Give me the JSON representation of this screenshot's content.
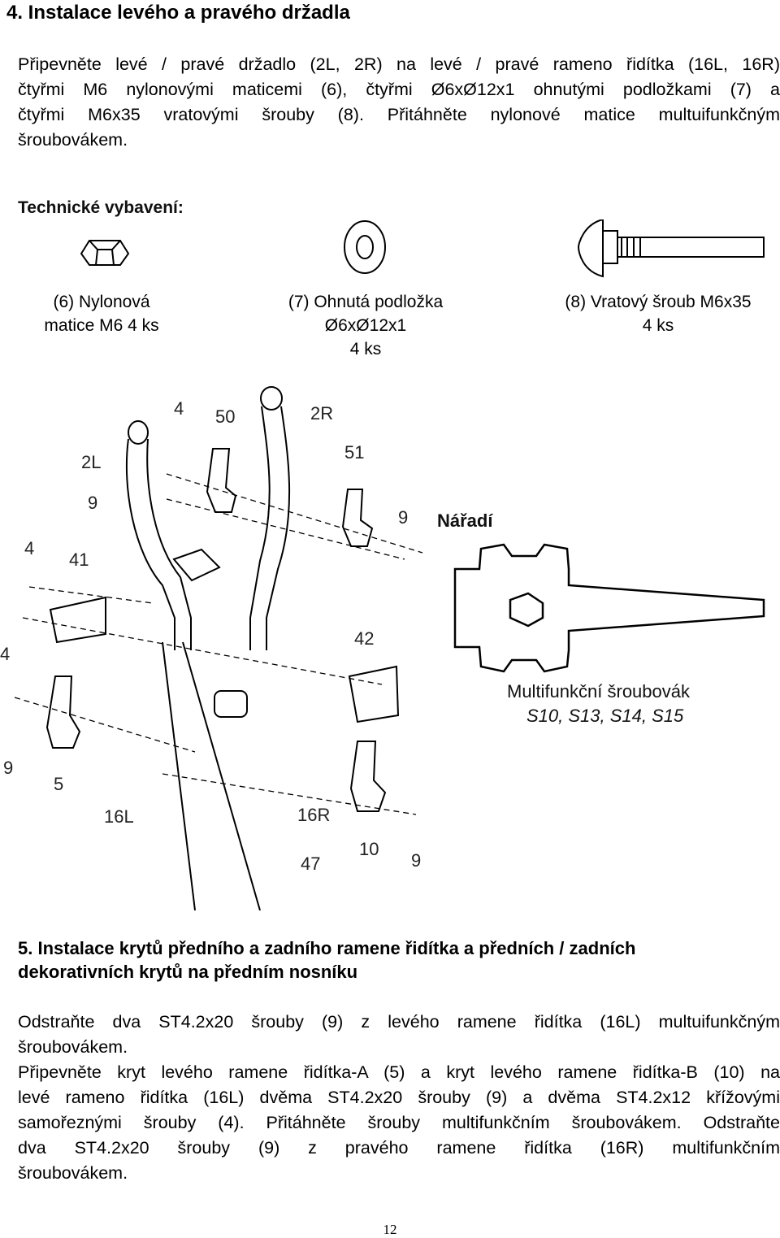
{
  "section4": {
    "title": "4. Instalace levého a pravého držadla",
    "para_lines": [
      "Připevněte levé / pravé držadlo (2L, 2R) na levé / pravé rameno řidítka (16L, 16R)",
      "čtyřmi M6 nylonovými maticemi (6), čtyřmi Ø6xØ12x1 ohnutými podložkami (7) a",
      "čtyřmi M6x35 vratovými šrouby (8). Přitáhněte nylonové matice multuifunkčným",
      "šroubovákem."
    ],
    "hardware_heading": "Technické vybavení:",
    "hardware": [
      {
        "icon": "nylon-nut-icon",
        "lines": [
          "(6) Nylonová",
          "matice M6 4 ks"
        ]
      },
      {
        "icon": "washer-icon",
        "lines": [
          "(7) Ohnutá podložka",
          "Ø6xØ12x1",
          "4 ks"
        ]
      },
      {
        "icon": "carriage-bolt-icon",
        "lines": [
          "(8) Vratový šroub M6x35",
          "4 ks"
        ]
      }
    ]
  },
  "diagram": {
    "labels": {
      "l4_top": "4",
      "l50": "50",
      "l2R": "2R",
      "l2L": "2L",
      "l51": "51",
      "l9_a": "9",
      "l9_b": "9",
      "l4_left": "4",
      "l41": "41",
      "l4_mid": "4",
      "l42": "42",
      "l9_c": "9",
      "l5": "5",
      "l16L": "16L",
      "l16R": "16R",
      "l10": "10",
      "l47": "47",
      "l9_d": "9"
    },
    "tools_title": "Nářadí",
    "tool_name": "Multifunkční šroubovák",
    "tool_sizes": "S10, S13, S14, S15"
  },
  "section5": {
    "title_lines": [
      "5. Instalace krytů předního a zadního ramene řidítka a předních / zadních",
      "dekorativních krytů na předním nosníku"
    ],
    "para_lines": [
      "Odstraňte dva ST4.2x20 šrouby (9) z levého ramene řidítka (16L) multuifunkčným",
      "šroubovákem.",
      "Připevněte kryt levého ramene řidítka-A (5) a kryt levého ramene řidítka-B (10) na",
      "levé rameno řidítka (16L) dvěma ST4.2x20 šrouby (9) a dvěma ST4.2x12 křížovými",
      "samořeznými šrouby (4). Přitáhněte šrouby multifunkčním šroubovákem. Odstraňte",
      "dva ST4.2x20 šrouby (9) z pravého ramene řidítka (16R) multifunkčním",
      "šroubovákem."
    ]
  },
  "page_number": "12"
}
